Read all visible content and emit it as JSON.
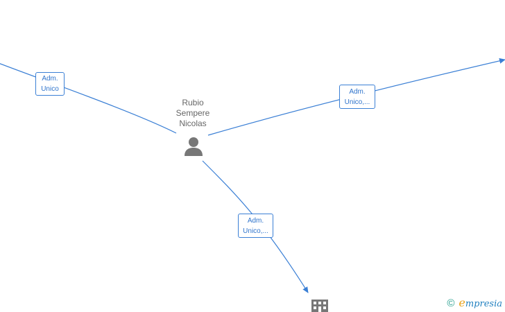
{
  "person": {
    "name_lines": [
      "Rubio",
      "Sempere",
      "Nicolas"
    ],
    "icon": "person-icon"
  },
  "edges": [
    {
      "label_lines": [
        "Adm.",
        "Unico"
      ]
    },
    {
      "label_lines": [
        "Adm.",
        "Unico,..."
      ]
    },
    {
      "label_lines": [
        "Adm.",
        "Unico,..."
      ]
    }
  ],
  "company": {
    "icon": "building-icon"
  },
  "brand": {
    "copyright": "©",
    "initial": "e",
    "name_rest": "mpresia"
  },
  "colors": {
    "edge": "#3a7fd5",
    "label_text": "#2f74cc",
    "node_icon": "#777777",
    "brand": "#1f7fbf"
  }
}
